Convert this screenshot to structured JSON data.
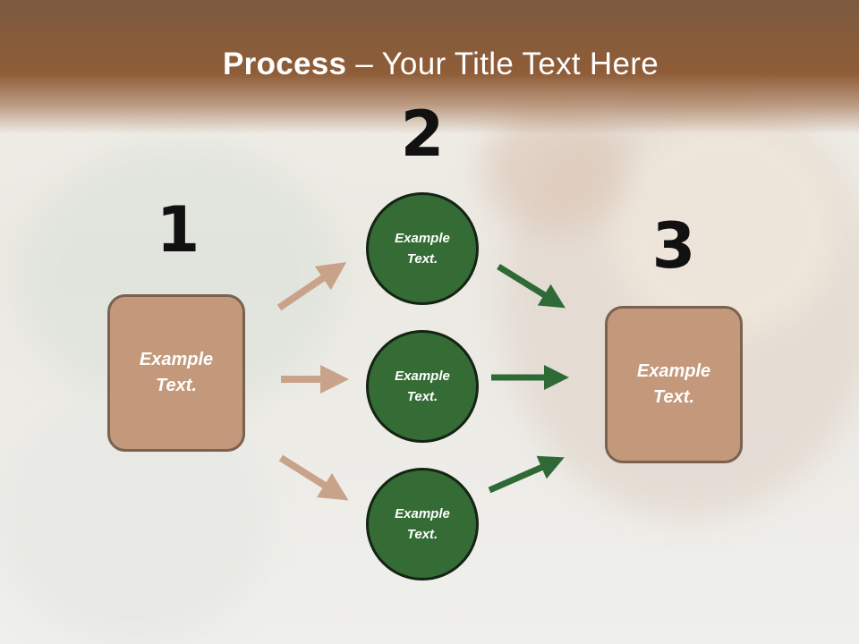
{
  "title": {
    "bold": "Process",
    "rest": " – Your Title Text Here"
  },
  "steps": [
    {
      "number": "1",
      "text": "Example\nText."
    },
    {
      "number": "2",
      "items": [
        "Example\nText.",
        "Example\nText.",
        "Example\nText."
      ]
    },
    {
      "number": "3",
      "text": "Example\nText."
    }
  ],
  "colors": {
    "brown_box": "#c4987a",
    "brown_arrow": "#c9a389",
    "green_circle": "#356b35",
    "green_arrow": "#2f6a36",
    "header": "#8f5d38"
  }
}
